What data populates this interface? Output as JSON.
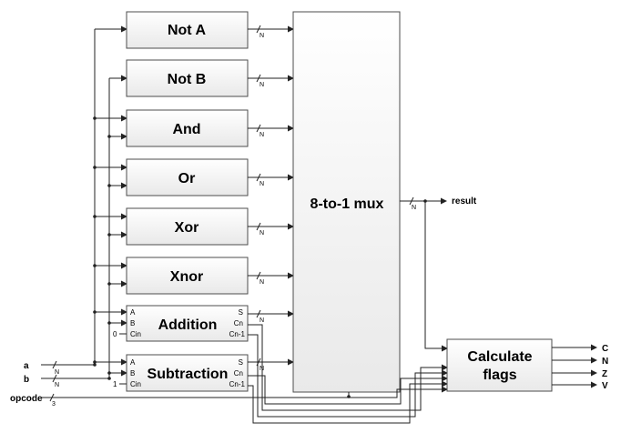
{
  "blocks": {
    "not_a": "Not A",
    "not_b": "Not B",
    "and": "And",
    "or": "Or",
    "xor": "Xor",
    "xnor": "Xnor",
    "addition": "Addition",
    "subtraction": "Subtraction",
    "mux": "8-to-1 mux",
    "flags": [
      "Calculate",
      "flags"
    ]
  },
  "ports": {
    "a": "A",
    "b": "B",
    "cin": "Cin",
    "s": "S",
    "cn": "Cn",
    "cn1": "Cn-1",
    "add_cin_value": "0",
    "sub_cin_value": "1"
  },
  "signals": {
    "a": "a",
    "b": "b",
    "opcode": "opcode",
    "result": "result",
    "flag_c": "C",
    "flag_n": "N",
    "flag_z": "Z",
    "flag_v": "V"
  },
  "bus_widths": {
    "n": "N",
    "opcode": "3"
  }
}
